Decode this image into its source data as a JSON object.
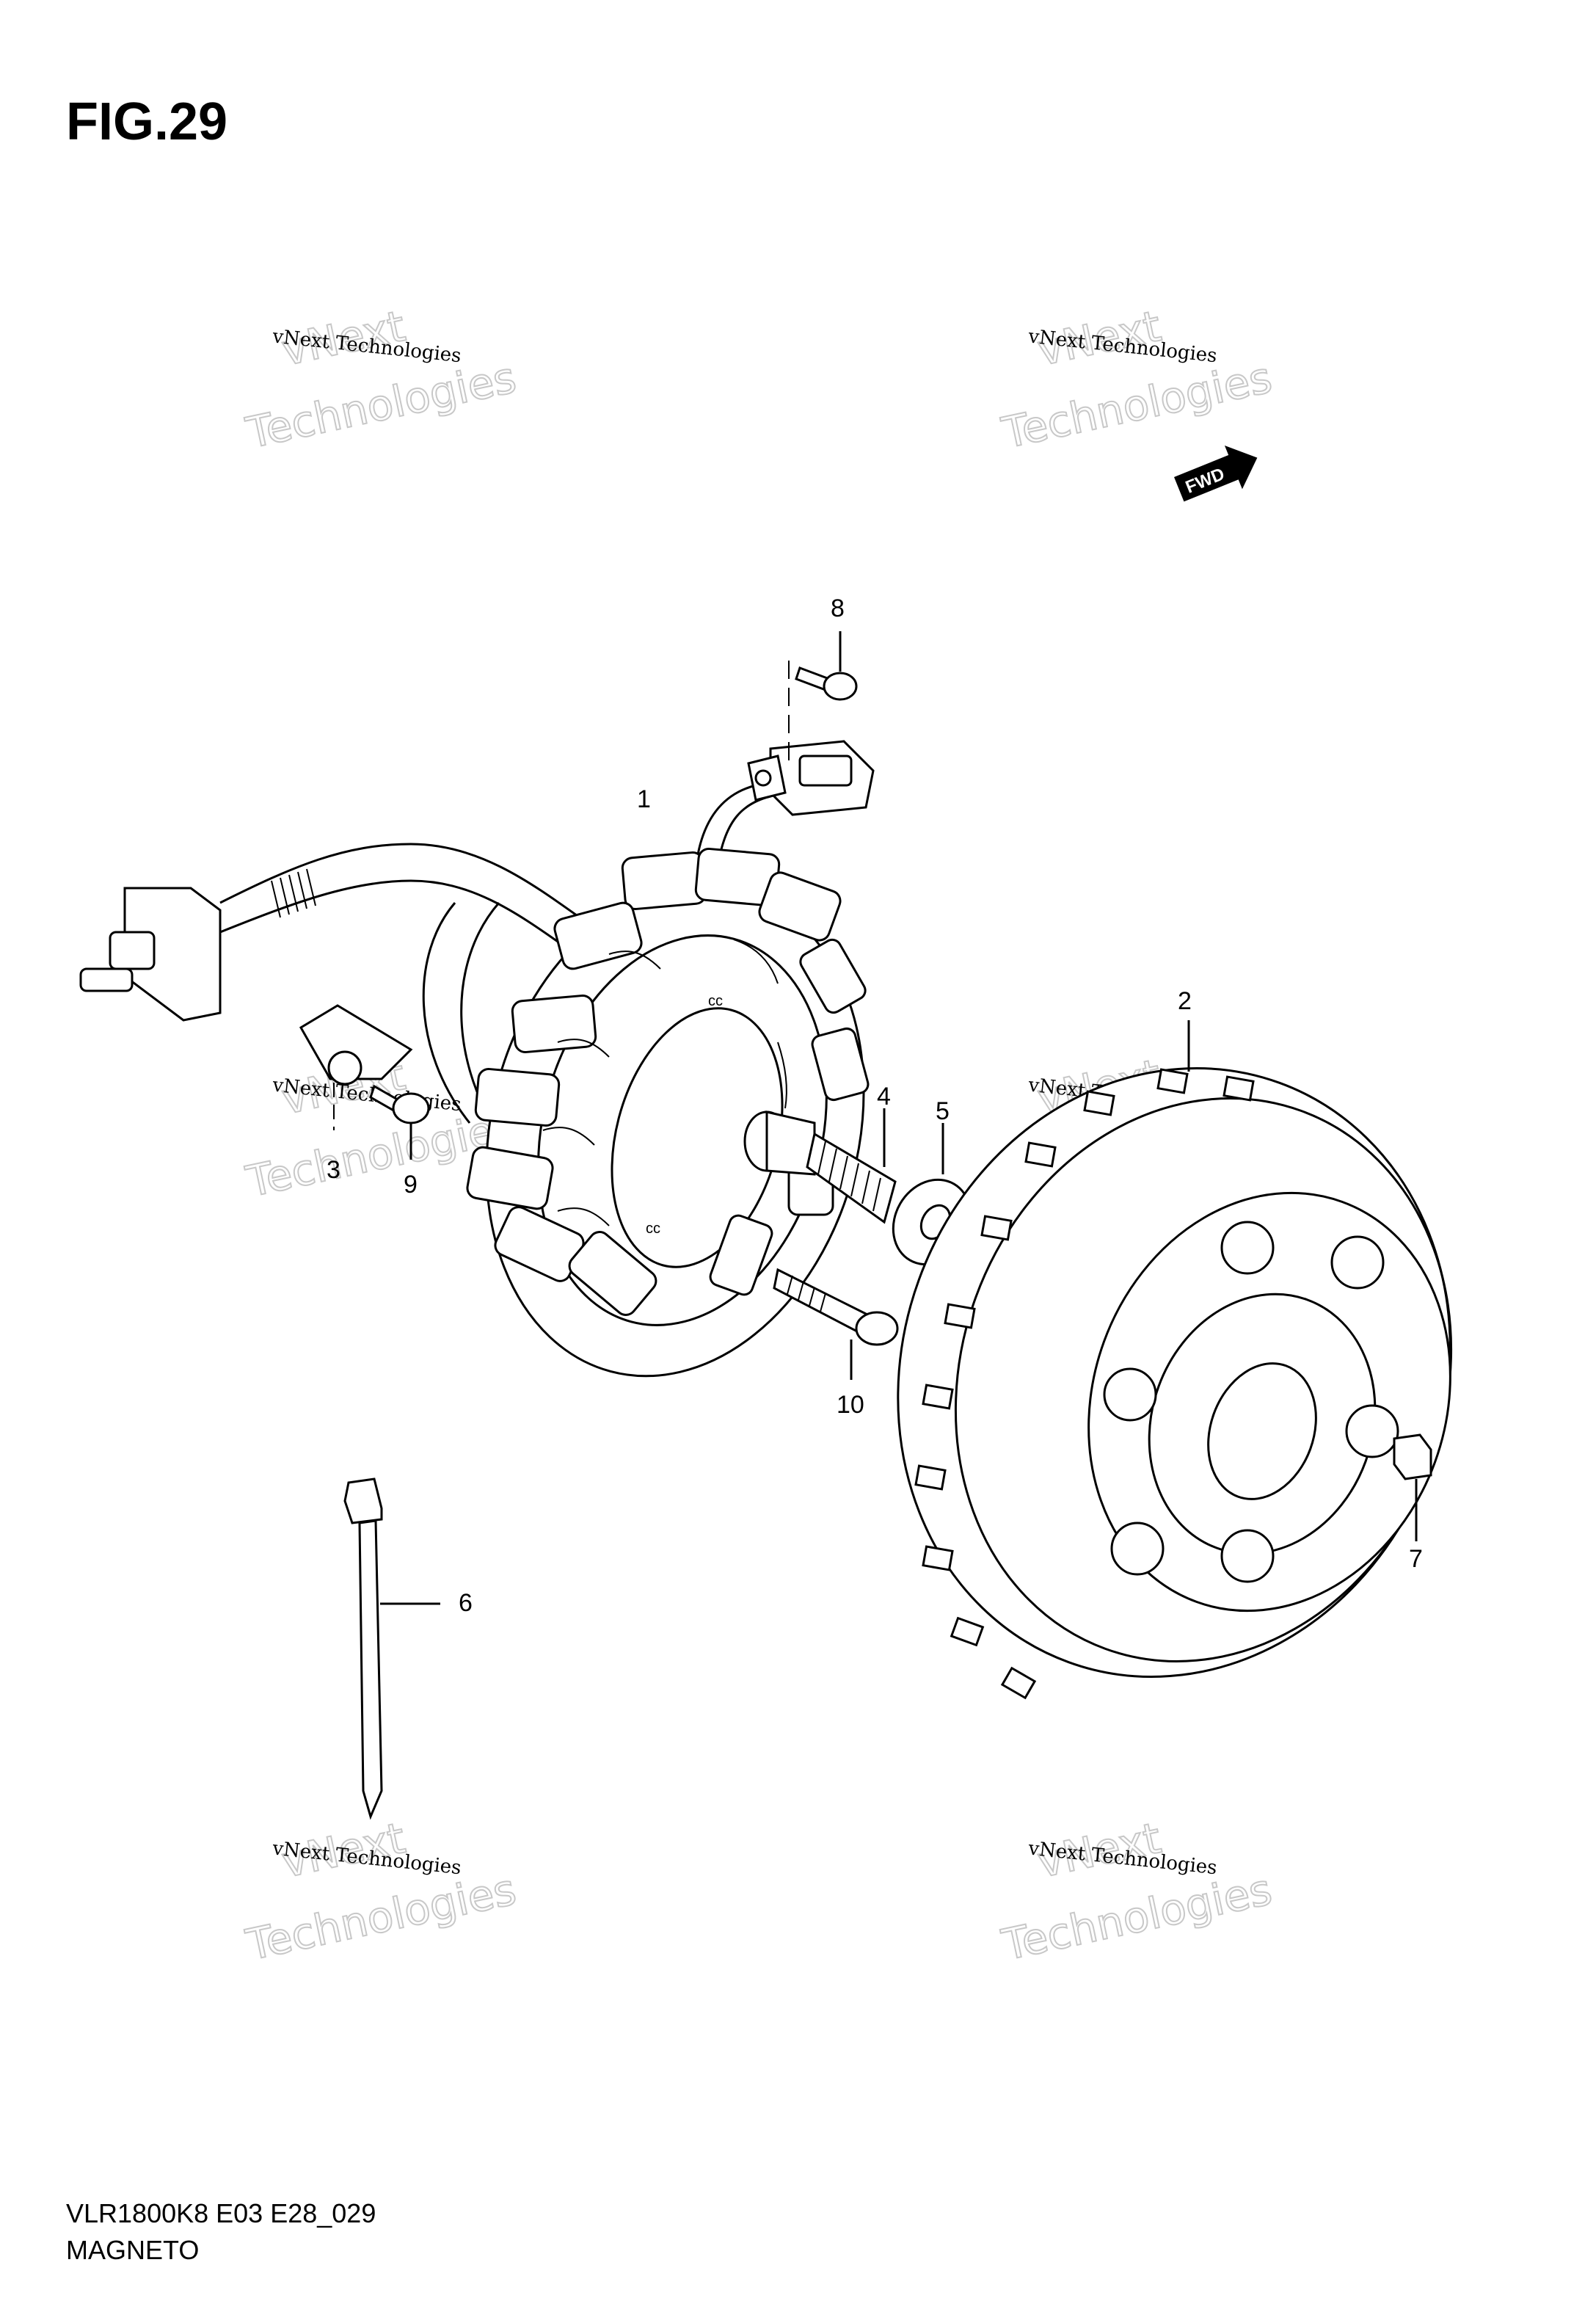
{
  "figure": {
    "title": "FIG.29",
    "model_code": "VLR1800K8 E03 E28_029",
    "section": "MAGNETO"
  },
  "fwd_badge": "FWD",
  "watermark": {
    "line1": "vNext Technologies",
    "line2": "vNext",
    "line3": "Technologies"
  },
  "callouts": [
    "1",
    "2",
    "3",
    "4",
    "5",
    "6",
    "7",
    "8",
    "9",
    "10"
  ],
  "icons": [
    "fwd-arrow-icon"
  ]
}
